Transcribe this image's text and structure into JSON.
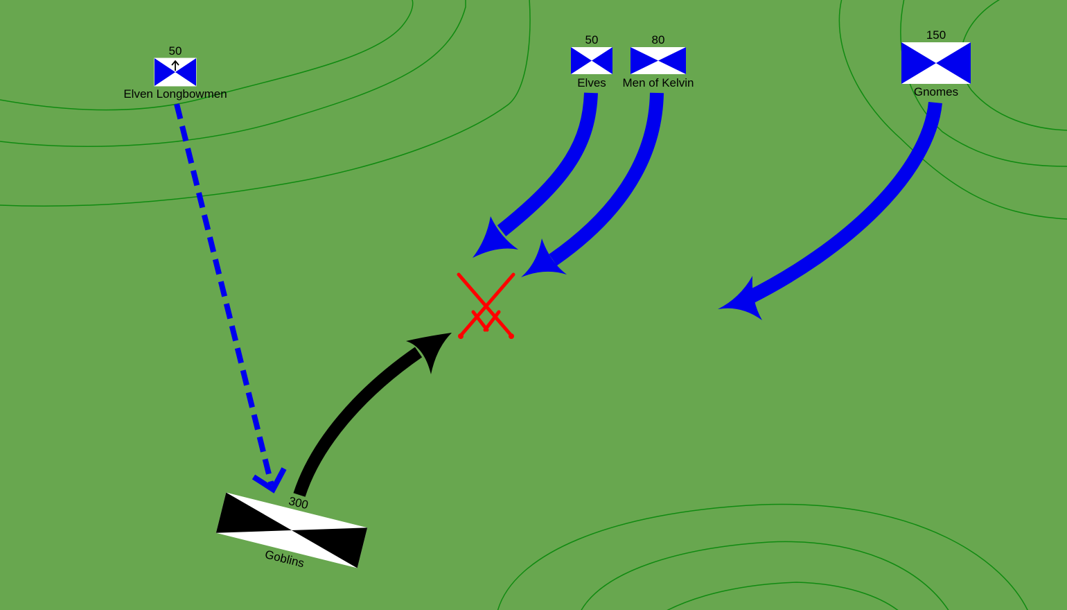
{
  "colors": {
    "terrain": "#68a74f",
    "contour": "#0f8a10",
    "allied": "#0000ee",
    "enemy": "#000000",
    "clash": "#ff0000"
  },
  "units": {
    "longbowmen": {
      "strength": "50",
      "name": "Elven Longbowmen",
      "symbol": "archers"
    },
    "elves": {
      "strength": "50",
      "name": "Elves"
    },
    "kelvin": {
      "strength": "80",
      "name": "Men of Kelvin"
    },
    "gnomes": {
      "strength": "150",
      "name": "Gnomes"
    },
    "goblins": {
      "strength": "300",
      "name": "Goblins"
    }
  },
  "icons": [
    "crossed-swords-icon",
    "up-arrow-icon"
  ]
}
